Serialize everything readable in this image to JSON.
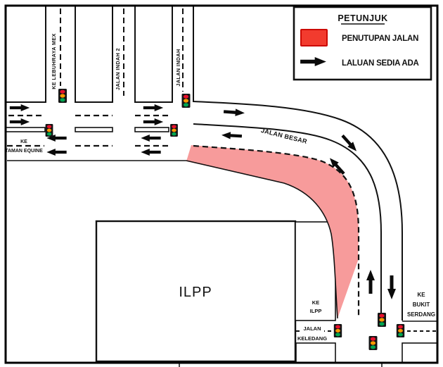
{
  "legend": {
    "title": "PETUNJUK",
    "items": [
      {
        "swatch": "closure-swatch",
        "label": "PENUTUPAN JALAN"
      },
      {
        "swatch": "route-arrow",
        "label": "LALUAN SEDIA ADA"
      }
    ]
  },
  "roads": {
    "ke_lebuhraya_mex": "KE LEBUHRAYA MEX",
    "jalan_indah_2": "JALAN INDAH 2",
    "jalan_indah": "JALAN INDAH",
    "jalan_besar": "JALAN BESAR",
    "ke_taman_equine": {
      "line1": "KE",
      "line2": "TAMAN EQUINE"
    },
    "jalan_keledang": {
      "line1": "JALAN",
      "line2": "KELEDANG"
    }
  },
  "places": {
    "ilpp": "ILPP",
    "ke_ilpp": {
      "line1": "KE",
      "line2": "ILPP"
    },
    "ke_bukit_serdang": {
      "line1": "KE",
      "line2": "BUKIT",
      "line3": "SERDANG"
    }
  },
  "icons": {
    "traffic_light": "traffic-light-icon",
    "direction_arrow": "direction-arrow-icon"
  },
  "colors": {
    "closure_fill": "#f79b9b",
    "legend_red_fill": "#f23b2e",
    "legend_red_border": "#cc0a03",
    "traffic_red": "#e8112d",
    "traffic_amber": "#ff9900",
    "traffic_green": "#00a64f",
    "line_black": "#111111"
  }
}
